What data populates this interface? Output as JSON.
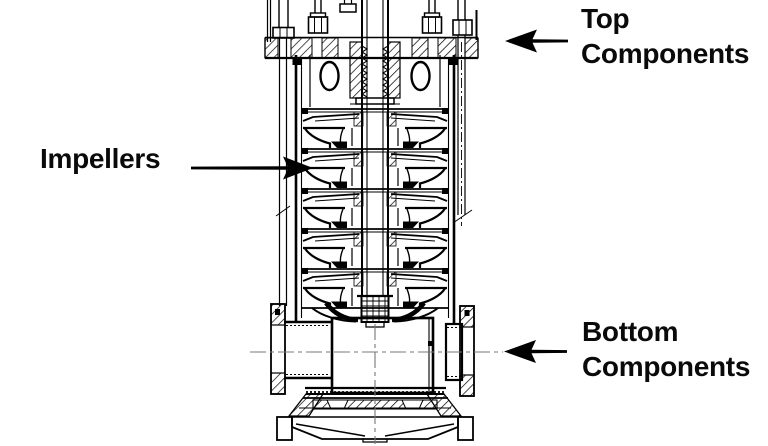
{
  "colors": {
    "background": "#ffffff",
    "line": "#000000",
    "text": "#0a0a0a",
    "centerline": "#777777"
  },
  "diagram": {
    "type": "vertical-multistage-pump-cross-section",
    "impeller_stage_count": 5
  },
  "labels": {
    "top_components": {
      "line1": "Top",
      "line2": "Components"
    },
    "impellers": {
      "text": "Impellers"
    },
    "bottom_components": {
      "line1": "Bottom",
      "line2": "Components"
    }
  }
}
